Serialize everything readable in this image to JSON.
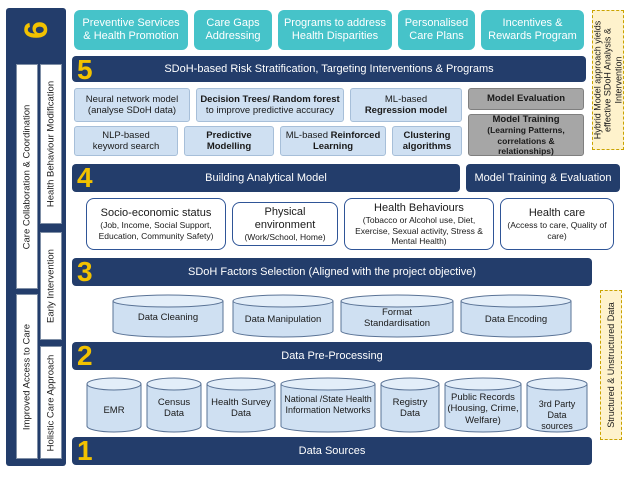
{
  "left_panel": {
    "number": "6",
    "labels": {
      "care_collaboration": "Care Collaboration & Coordination",
      "health_behaviour": "Health Behaviour Modification",
      "early_intervention": "Early Intervention",
      "improved_access": "Improved Access to Care",
      "holistic": "Holistic Care Approach"
    }
  },
  "top_row": [
    "Preventive Services & Health Promotion",
    "Care Gaps Addressing",
    "Programs to address Health Disparities",
    "Personalised Care Plans",
    "Incentives & Rewards Program"
  ],
  "side_hybrid": "Hybrid Model approach yields effective SDoH Analysis & Intervention",
  "side_structured": "Structured & Unstructured Data",
  "layer5": {
    "number": "5",
    "title": "SDoH-based Risk Stratification, Targeting Interventions & Programs",
    "neural": {
      "line1": "Neural network model",
      "line2": "(analyse SDoH data)"
    },
    "trees": {
      "line1": "Decision Trees/ Random forest",
      "line2": "to improve predictive accuracy"
    },
    "mlreg": {
      "line1": "ML-based",
      "line2": "Regression model"
    },
    "eval": "Model Evaluation",
    "nlp": {
      "line1": "NLP-based",
      "line2": "keyword search"
    },
    "predictive": {
      "line1": "Predictive",
      "line2": "Modelling"
    },
    "reinforced": {
      "line1a": "ML-based ",
      "line1b": "Reinforced",
      "line2": "Learning"
    },
    "clustering": {
      "line1": "Clustering",
      "line2": "algorithms"
    },
    "training": {
      "line1": "Model Training",
      "line2": "(Learning Patterns,",
      "line3": "correlations & relationships)"
    }
  },
  "layer4": {
    "number": "4",
    "title": "Building Analytical Model",
    "side_title": "Model Training & Evaluation",
    "boxes": [
      {
        "title": "Socio-economic status",
        "sub": "(Job, Income, Social Support, Education, Community Safety)"
      },
      {
        "title": "Physical environment",
        "sub": "(Work/School, Home)"
      },
      {
        "title": "Health Behaviours",
        "sub": "(Tobacco or Alcohol use, Diet, Exercise, Sexual activity, Stress & Mental Health)"
      },
      {
        "title": "Health care",
        "sub": "(Access to care, Quality of care)"
      }
    ]
  },
  "layer3": {
    "number": "3",
    "title": "SDoH Factors Selection (Aligned with the project objective)",
    "cylinders": [
      "Data Cleaning",
      "Data Manipulation",
      "Format Standardisation",
      "Data Encoding"
    ]
  },
  "layer2": {
    "number": "2",
    "title": "Data Pre-Processing",
    "cylinders": [
      "EMR",
      "Census Data",
      "Health Survey Data",
      "National /State Health Information Networks",
      "Registry Data",
      "Public Records (Housing, Crime, Welfare)",
      "3rd Party Data sources"
    ]
  },
  "layer1": {
    "number": "1",
    "title": "Data Sources"
  }
}
